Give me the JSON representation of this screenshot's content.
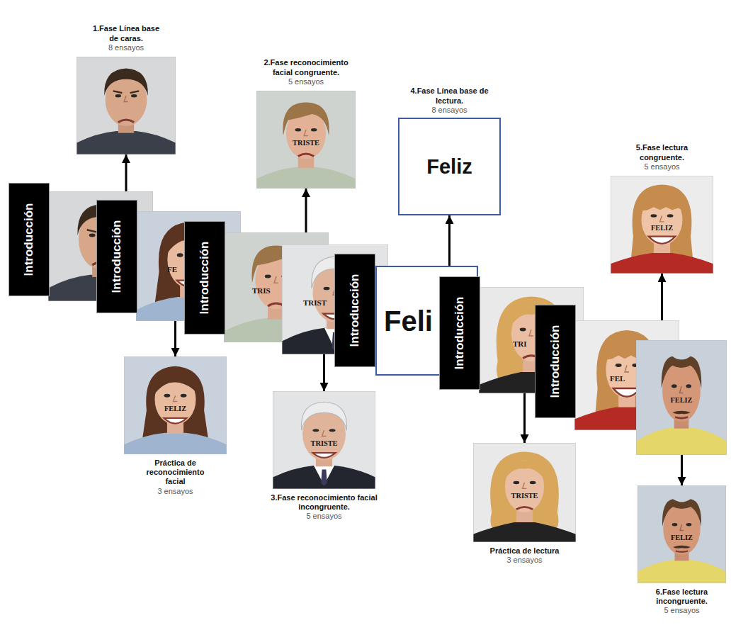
{
  "diagram": {
    "nodes": [
      {
        "text": [
          "1.Fase Línea base de caras.",
          "8 ensayos"
        ]
      },
      {
        "text": [
          "Introducción"
        ]
      },
      {
        "text": [
          "Introducción"
        ]
      },
      {
        "text": [
          "FE"
        ]
      },
      {
        "text": [
          "FELIZ",
          "Práctica de reconocimiento facial",
          "3 ensayos"
        ]
      },
      {
        "text": [
          "Introducción"
        ]
      },
      {
        "text": [
          "TRIS"
        ]
      },
      {
        "text": [
          "2.Fase reconocimiento facial congruente.",
          "5 ensayos",
          "TRISTE"
        ]
      },
      {
        "text": [
          "TRIST"
        ]
      },
      {
        "text": [
          "TRISTE",
          "3.Fase reconocimiento facial incongruente.",
          "5 ensayos"
        ]
      },
      {
        "text": [
          "Introducción"
        ]
      },
      {
        "text": [
          "Feli"
        ]
      },
      {
        "text": [
          "4.Fase Línea base de lectura.",
          "8 ensayos",
          "Feliz"
        ]
      },
      {
        "text": [
          "Introducción"
        ]
      },
      {
        "text": [
          "TRI"
        ]
      },
      {
        "text": [
          "TRISTE",
          "Práctica de lectura",
          "3 ensayos"
        ]
      },
      {
        "text": [
          "Introducción"
        ]
      },
      {
        "text": [
          "FEL"
        ]
      },
      {
        "text": [
          "5.Fase lectura congruente.",
          "5 ensayos",
          "FELIZ"
        ]
      },
      {
        "text": [
          "FELIZ"
        ]
      },
      {
        "text": [
          "FELIZ",
          "6.Fase lectura incongruente.",
          "5 ensayos"
        ]
      }
    ],
    "edges": [
      {
        "from": 3,
        "to": 4,
        "arrow": "to"
      },
      {
        "from": 6,
        "to": 7,
        "arrow": "to"
      },
      {
        "from": 8,
        "to": 9,
        "arrow": "to"
      },
      {
        "from": 11,
        "to": 12,
        "arrow": "to"
      },
      {
        "from": 14,
        "to": 15,
        "arrow": "to"
      },
      {
        "from": 17,
        "to": 18,
        "arrow": "to"
      },
      {
        "from": 19,
        "to": 20,
        "arrow": "to"
      }
    ]
  }
}
